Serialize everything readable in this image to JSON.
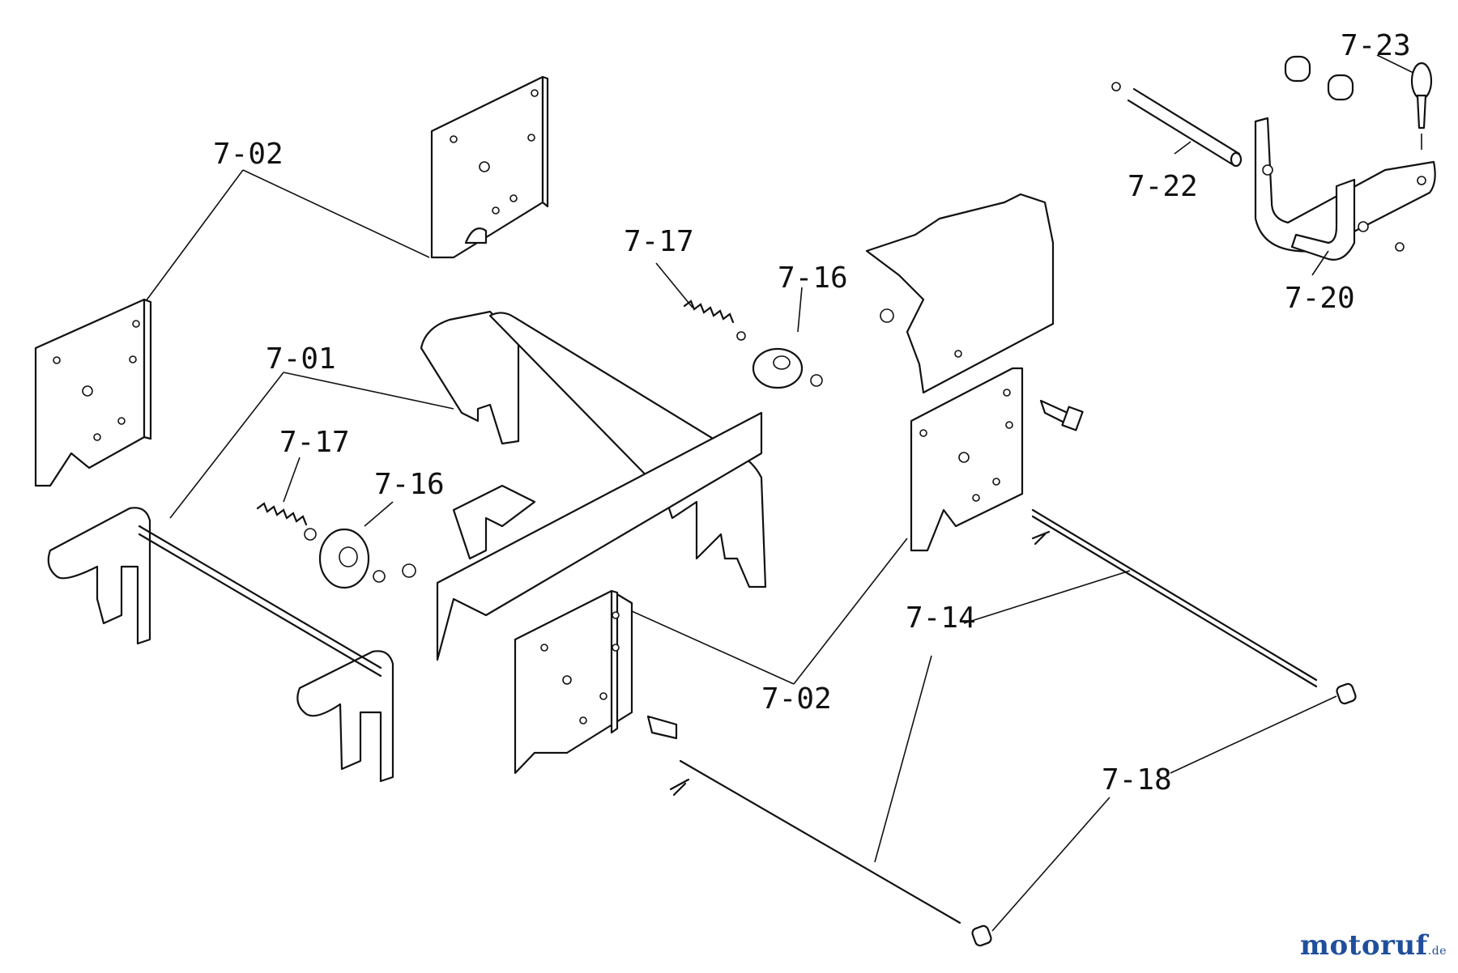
{
  "labels": {
    "l_702_top": "7-02",
    "l_702_bot": "7-02",
    "l_701": "7-01",
    "l_717_a": "7-17",
    "l_716_a": "7-16",
    "l_717_b": "7-17",
    "l_716_b": "7-16",
    "l_722": "7-22",
    "l_723": "7-23",
    "l_720": "7-20",
    "l_714": "7-14",
    "l_718": "7-18"
  },
  "watermark": {
    "brand": "motoruf",
    "suffix": ".de"
  },
  "colors": {
    "line": "#111111",
    "watermark": "#1f4f9c"
  }
}
